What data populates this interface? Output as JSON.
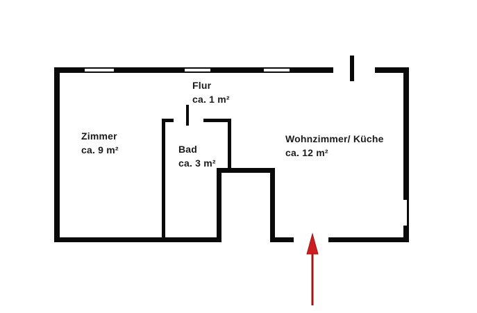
{
  "figure": {
    "type": "floor-plan",
    "background": "#ffffff",
    "wall_color": "#0a0a0a",
    "text_color": "#1a1a1a",
    "arrow_color": "#cc1e1e"
  },
  "rooms": [
    {
      "name": "Zimmer",
      "area": "ca. 9 m²"
    },
    {
      "name": "Bad",
      "area": "ca. 3 m²"
    },
    {
      "name": "Flur",
      "area": "ca. 1 m²"
    },
    {
      "name": "Wohnzimmer/ Küche",
      "area": "ca. 12 m²"
    }
  ],
  "annotations": {
    "entrance_arrow": "entrance-arrow"
  }
}
